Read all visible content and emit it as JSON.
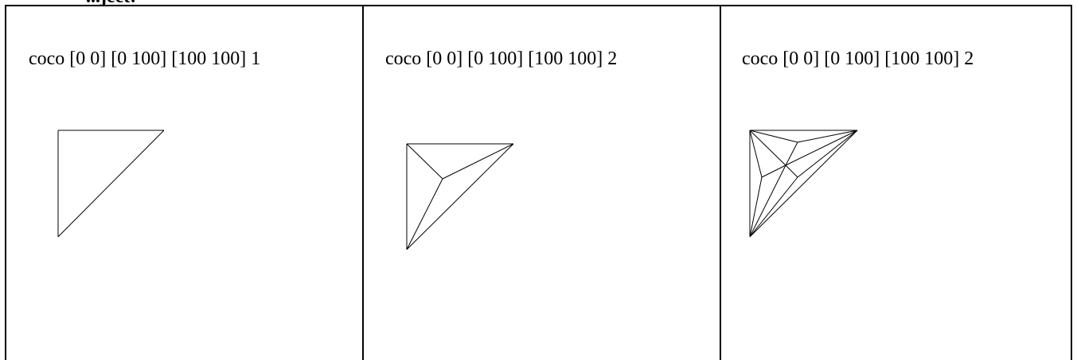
{
  "header_fragment": "...ject:",
  "cells": [
    {
      "caption": "coco [0 0] [0 100] [100 100] 1",
      "figure": "triangle-subdivision-level-1"
    },
    {
      "caption": "coco [0 0] [0 100] [100 100] 2",
      "figure": "triangle-subdivision-level-2"
    },
    {
      "caption": "coco [0 0] [0 100] [100 100] 2",
      "figure": "triangle-subdivision-level-2-denser"
    }
  ],
  "colors": {
    "line": "#000000",
    "background": "#ffffff"
  }
}
